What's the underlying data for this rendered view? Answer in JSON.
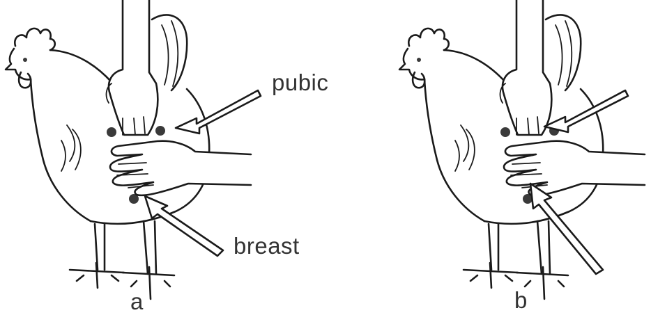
{
  "labels": {
    "pubic": "pubic",
    "breast": "breast",
    "panel_a": "a",
    "panel_b": "b"
  },
  "colors": {
    "ink": "#1a1a1a",
    "dot": "#3a3a3a",
    "background": "#ffffff"
  }
}
